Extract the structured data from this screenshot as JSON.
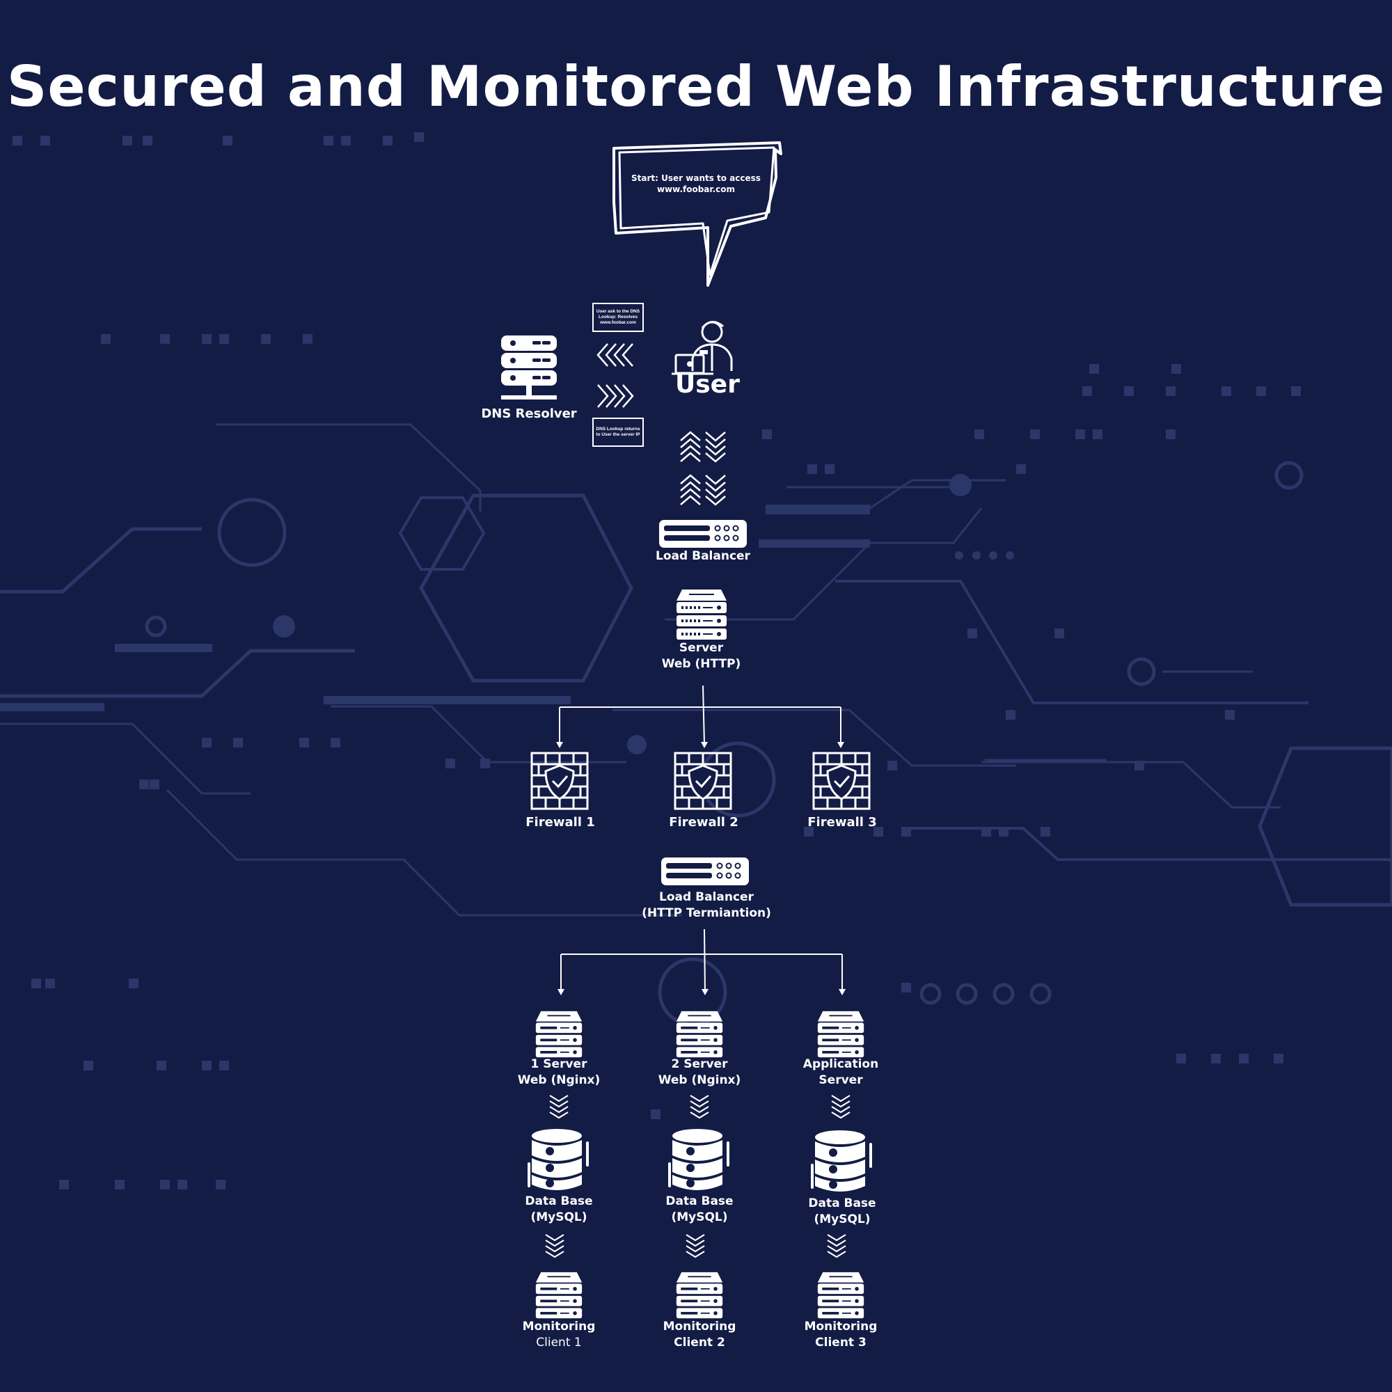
{
  "title": "Secured and Monitored Web Infrastructure",
  "start_bubble": {
    "text": "Start: User wants to access www.foobar.com"
  },
  "dns_query_note": "User ask to the DNS Lookup: Resolves www.foobar.com",
  "dns_response_note": "DNS Lookup returns to User the server IP",
  "nodes": {
    "user": "User",
    "dns_resolver": "DNS Resolver",
    "load_balancer_1": "Load Balancer",
    "web_server_http": [
      "Server",
      "Web (HTTP)"
    ],
    "firewall_1": "Firewall 1",
    "firewall_2": "Firewall 2",
    "firewall_3": "Firewall 3",
    "load_balancer_2": [
      "Load Balancer",
      "(HTTP Termiantion)"
    ],
    "server_1": [
      "1 Server",
      "Web (Nginx)"
    ],
    "server_2": [
      "2 Server",
      "Web (Nginx)"
    ],
    "app_server": [
      "Application",
      "Server"
    ],
    "db_1": [
      "Data Base",
      "(MySQL)"
    ],
    "db_2": [
      "Data Base",
      "(MySQL)"
    ],
    "db_3": [
      "Data Base",
      "(MySQL)"
    ],
    "monitor_1": [
      "Monitoring",
      "Client 1"
    ],
    "monitor_2": [
      "Monitoring",
      "Client 2"
    ],
    "monitor_3": [
      "Monitoring",
      "Client 3"
    ]
  },
  "icons": [
    "speech-bubble-icon",
    "dns-server-icon",
    "user-laptop-icon",
    "load-balancer-icon",
    "server-rack-icon",
    "firewall-icon",
    "database-icon",
    "chevron-arrows-icon"
  ],
  "colors": {
    "background": "#131c45",
    "foreground": "#ffffff",
    "circuit": "#2b3769"
  }
}
